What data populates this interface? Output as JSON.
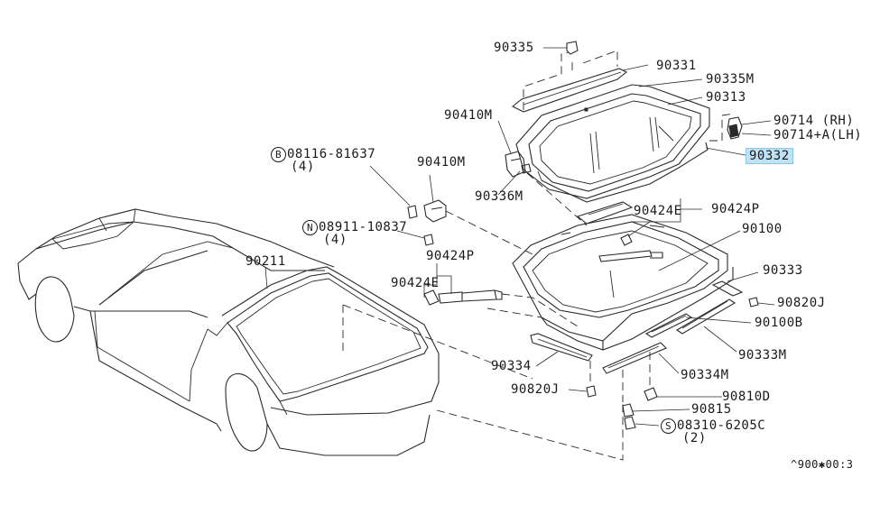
{
  "figure_code": "^900✱00:3",
  "parts": {
    "p90335": "90335",
    "p90331": "90331",
    "p90335M": "90335M",
    "p90313": "90313",
    "p90714": "90714 (RH)",
    "p90714A": "90714+A(LH)",
    "p90332": "90332",
    "p90410M_a": "90410M",
    "p90410M_b": "90410M",
    "p90336M": "90336M",
    "bolt_code": "08116-81637",
    "bolt_qty": "(4)",
    "nut_code": "08911-10837",
    "nut_qty": "(4)",
    "p90424E_a": "90424E",
    "p90424P_a": "90424P",
    "p90100": "90100",
    "p90211": "90211",
    "p90424P_b": "90424P",
    "p90424E_b": "90424E",
    "p90333": "90333",
    "p90820J_a": "90820J",
    "p90100B": "90100B",
    "p90333M": "90333M",
    "p90334": "90334",
    "p90334M": "90334M",
    "p90820J_b": "90820J",
    "p90810D": "90810D",
    "p90815": "90815",
    "screw_code": "08310-6205C",
    "screw_qty": "(2)",
    "circle_b": "B",
    "circle_n": "N",
    "circle_s": "S"
  },
  "highlight_color": "#bfe3f5"
}
